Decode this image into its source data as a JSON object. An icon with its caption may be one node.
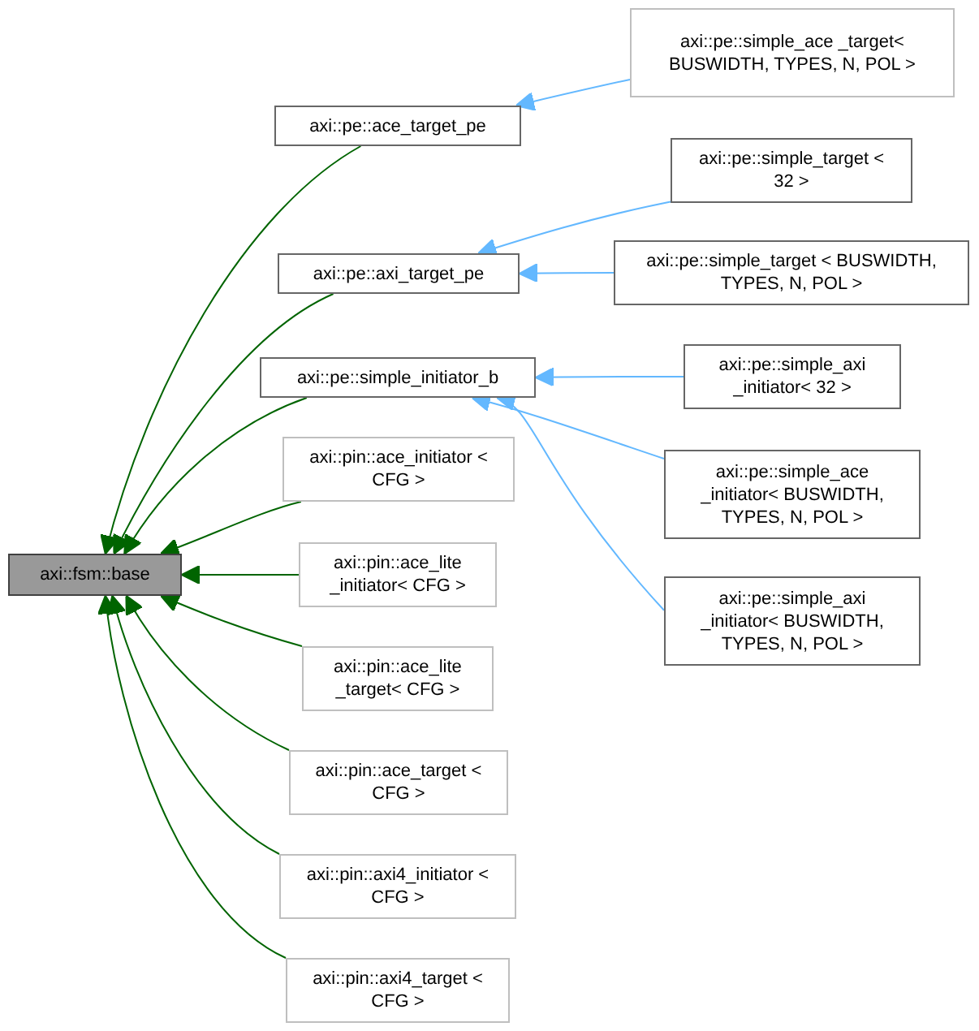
{
  "diagram": {
    "nodes": [
      {
        "text": [
          "axi::fsm::base"
        ]
      },
      {
        "text": [
          "axi::pe::ace_target_pe"
        ]
      },
      {
        "text": [
          "axi::pe::simple_ace _target< BUSWIDTH, TYPES, N, POL >"
        ]
      },
      {
        "text": [
          "axi::pe::axi_target_pe"
        ]
      },
      {
        "text": [
          "axi::pe::simple_target < 32 >"
        ]
      },
      {
        "text": [
          "axi::pe::simple_target < BUSWIDTH, TYPES, N, POL >"
        ]
      },
      {
        "text": [
          "axi::pe::simple_initiator_b"
        ]
      },
      {
        "text": [
          "axi::pe::simple_axi _initiator< 32 >"
        ]
      },
      {
        "text": [
          "axi::pin::ace_initiator < CFG >"
        ]
      },
      {
        "text": [
          "axi::pe::simple_ace _initiator< BUSWIDTH, TYPES, N, POL >"
        ]
      },
      {
        "text": [
          "axi::pin::ace_lite _initiator< CFG >"
        ]
      },
      {
        "text": [
          "axi::pe::simple_axi _initiator< BUSWIDTH, TYPES, N, POL >"
        ]
      },
      {
        "text": [
          "axi::pin::ace_lite _target< CFG >"
        ]
      },
      {
        "text": [
          "axi::pin::ace_target < CFG >"
        ]
      },
      {
        "text": [
          "axi::pin::axi4_initiator < CFG >"
        ]
      },
      {
        "text": [
          "axi::pin::axi4_target < CFG >"
        ]
      }
    ],
    "edges": [
      {
        "from": 1,
        "to": 0,
        "arrow": "to"
      },
      {
        "from": 2,
        "to": 1,
        "arrow": "to",
        "color": "#63b8ff"
      },
      {
        "from": 3,
        "to": 0,
        "arrow": "to"
      },
      {
        "from": 4,
        "to": 3,
        "arrow": "to",
        "color": "#63b8ff"
      },
      {
        "from": 5,
        "to": 3,
        "arrow": "to",
        "color": "#63b8ff"
      },
      {
        "from": 6,
        "to": 0,
        "arrow": "to"
      },
      {
        "from": 7,
        "to": 6,
        "arrow": "to",
        "color": "#63b8ff"
      },
      {
        "from": 8,
        "to": 0,
        "arrow": "to"
      },
      {
        "from": 9,
        "to": 6,
        "arrow": "to",
        "color": "#63b8ff"
      },
      {
        "from": 10,
        "to": 0,
        "arrow": "to"
      },
      {
        "from": 11,
        "to": 6,
        "arrow": "to",
        "color": "#63b8ff"
      },
      {
        "from": 12,
        "to": 0,
        "arrow": "to"
      },
      {
        "from": 13,
        "to": 0,
        "arrow": "to"
      },
      {
        "from": 14,
        "to": 0,
        "arrow": "to"
      },
      {
        "from": 15,
        "to": 0,
        "arrow": "to"
      }
    ]
  }
}
